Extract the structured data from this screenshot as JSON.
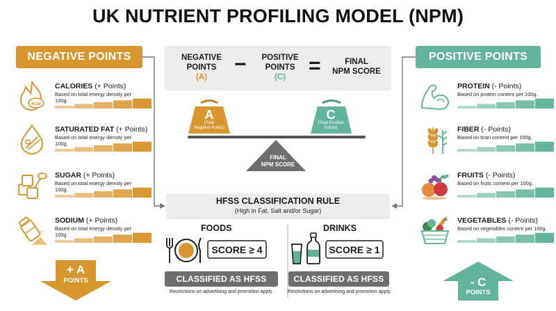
{
  "title": "UK NUTRIENT PROFILING MODEL (NPM)",
  "colors": {
    "negative": "#d8962e",
    "positive": "#62b59a",
    "neutral_box": "#ececec",
    "dark_gray": "#6e6e6e"
  },
  "negative": {
    "header": "NEGATIVE POINTS",
    "items": [
      {
        "name": "CALORIES",
        "points": "(+ Points)",
        "desc": "Based on total energy density per 100g.",
        "icon": "flame-kcal-icon",
        "icon_text": "kcal"
      },
      {
        "name": "SATURATED FAT",
        "points": "(+ Points)",
        "desc": "Based on total energy density per 100g.",
        "icon": "fat-drop-icon"
      },
      {
        "name": "SUGAR",
        "points": "(+ Points)",
        "desc": "Based on total energy density per 100g.",
        "icon": "sugar-cubes-icon"
      },
      {
        "name": "SODIUM",
        "points": "(+ Points)",
        "desc": "Based on total energy density per 100g.",
        "icon": "salt-shaker-icon"
      }
    ],
    "arrow": {
      "big": "+ A",
      "small": "POINTS"
    }
  },
  "positive": {
    "header": "POSITIVE POINTS",
    "items": [
      {
        "name": "PROTEIN",
        "points": "(- Points)",
        "desc": "Based on protein content per 100g.",
        "icon": "flexed-arm-icon"
      },
      {
        "name": "FIBER",
        "points": "(- Points)",
        "desc": "Based on bran content per 100g.",
        "icon": "wheat-icon"
      },
      {
        "name": "FRUITS",
        "points": "(- Points)",
        "desc": "Based on fruits content per 100g.",
        "icon": "fruits-icon"
      },
      {
        "name": "VEGETABLES",
        "points": "(- Points)",
        "desc": "Based on vegetables content per 100g.",
        "icon": "vegetable-basket-icon"
      }
    ],
    "arrow": {
      "big": "- C",
      "small": "POINTS"
    }
  },
  "formula": {
    "neg_line1": "NEGATIVE",
    "neg_line2": "POINTS",
    "neg_letter": "(A)",
    "minus": "−",
    "pos_line1": "POSITIVE",
    "pos_line2": "POINTS",
    "pos_letter": "(C)",
    "equals": "=",
    "final_line1": "FINAL",
    "final_line2": "NPM SCORE"
  },
  "balance": {
    "left_letter": "A",
    "left_l1": "(Total",
    "left_l2": "Negative Points)",
    "right_letter": "C",
    "right_l1": "(Total Positive",
    "right_l2": "Points)",
    "fulcrum_l1": "FINAL",
    "fulcrum_l2": "NPM SCORE"
  },
  "hfss": {
    "title": "HFSS CLASSIFICATION RULE",
    "subtitle": "(High in Fat, Salt and/or Sugar)",
    "foods": {
      "heading": "FOODS",
      "score": "SCORE ≥ 4",
      "classified": "CLASSIFIED AS HFSS",
      "restrict": "Restrictions on advertising and promotion apply.",
      "icon": "plate-cutlery-icon"
    },
    "drinks": {
      "heading": "DRINKS",
      "score": "SCORE ≥ 1",
      "classified": "CLASSIFIED AS HFSS",
      "restrict": "Restrictions on advertising and promotion apply.",
      "icon": "glass-bottle-icon"
    }
  }
}
